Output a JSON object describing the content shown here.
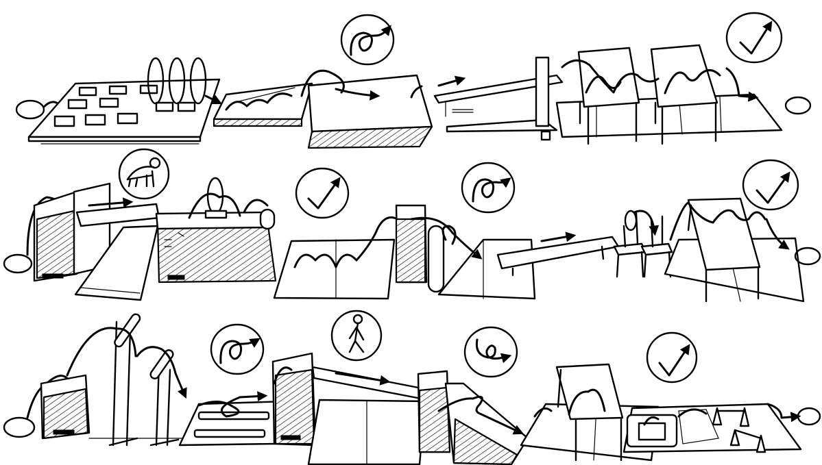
{
  "ink_color": "#000000",
  "background_color": "#ffffff",
  "rows": [
    {
      "name": "row-1",
      "stations": [
        "start-circle",
        "stepping-blocks-and-hoops",
        "springboard",
        "thick-mat-with-roll",
        "inclined-bench",
        "two-tables-over-mats",
        "finish-circle"
      ],
      "symbols": [
        "roll-symbol",
        "check-symbol"
      ]
    },
    {
      "name": "row-2",
      "stations": [
        "start-circle",
        "vaulting-box-and-bench-tunnel",
        "vaulting-box-with-hoop",
        "mats-with-jumps",
        "box-and-roll-cylinder",
        "inclined-bench-to-chairs",
        "table-over-mats",
        "finish-circle"
      ],
      "symbols": [
        "crawl-symbol",
        "check-symbol",
        "roll-symbol",
        "check-symbol"
      ]
    },
    {
      "name": "row-3",
      "stations": [
        "start-circle",
        "vaulting-box-and-pole-stands",
        "floor-ladder",
        "box-with-inclined-ramp",
        "wedge-ramp",
        "table-over-mats",
        "cushion-and-cones",
        "finish-circle"
      ],
      "symbols": [
        "roll-symbol",
        "walk-symbol",
        "spin-symbol",
        "check-symbol"
      ]
    }
  ]
}
